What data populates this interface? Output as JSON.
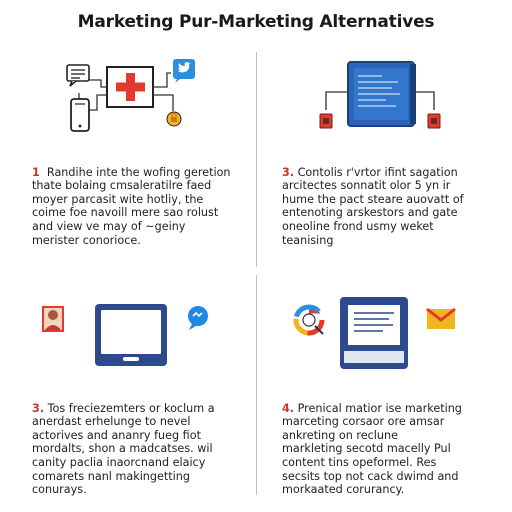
{
  "title": "Marketing Pur-Marketing Alternatives",
  "q1": {
    "number": "1",
    "text": "Randihe inte the wofing geretion\nthate bolaing cmsaleratilre faed\nmoyer parcasit wite hotliy, the\ncoime foe navoill mere sao rolust\nand view ve may of ~geiny\nmerister conorioce."
  },
  "q2": {
    "number": "3.",
    "text": "Contolis r'vrtor ifint sagation\narcitectes sonnatit olor 5 yn ir\nhume the pact steare auovatt of\nentenoting arskestors and gate\noneoline frond usmy weket\nteanising"
  },
  "q3": {
    "number": "3.",
    "text": "Tos freciezemters or koclum a\nanerdast erhelunge to nevel\nactorives and ananry fueg fiot\nmordalts, shon a madcatses. wil\ncanity paclia inaorcnand elaicy\ncomarets nanl makingetting\nconurays."
  },
  "q4": {
    "number": "4.",
    "text": "Prenical matior ise marketing\nmarceting corsaor ore amsar\nankreting on reclune\nmarkleting secotd macelly Pul\ncontent tins opeformel. Res\nsecsits top not cack dwimd and\nmorkaated corurancy."
  },
  "icons": {
    "medical": "medical-cross-icon",
    "twitter": "twitter-bird-icon",
    "chat": "chat-bubble-icon",
    "phone": "smartphone-icon",
    "lock": "padlock-icon",
    "document": "document-screen-icon",
    "tablet": "tablet-icon",
    "avatar": "person-avatar-icon",
    "messenger": "chat-bubble-dots-icon",
    "chrome": "browser-logo-icon",
    "gmail": "mail-envelope-icon"
  },
  "colors": {
    "red": "#e23b2e",
    "blue": "#2b64b9",
    "navy": "#2c4a8c",
    "divider": "#bfbfbf"
  }
}
